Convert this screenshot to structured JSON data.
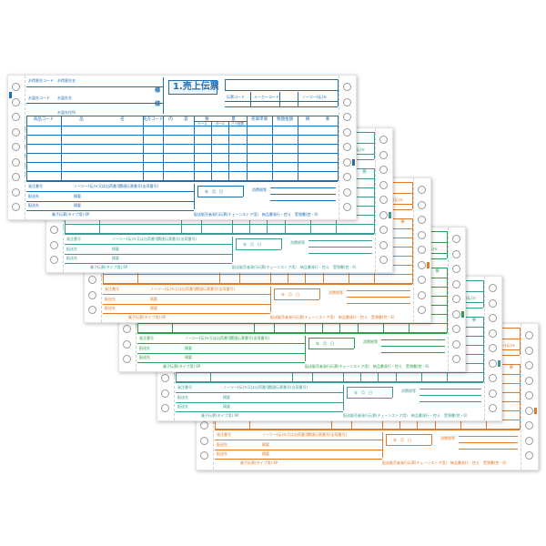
{
  "theme": {
    "blue": "#1f6fb3",
    "green": "#2e9e4a",
    "orange": "#e07a2b",
    "teal": "#3a9a96"
  },
  "form": {
    "title": "1.売上伝票",
    "honorific": "様",
    "header_labels": {
      "customer_code": "お得意先コード",
      "customer_name": "お得意先名",
      "delivery_code": "お届先コード",
      "delivery_name": "お届先名",
      "delivery_address": "お届先住所",
      "slip_code": "伝票コード",
      "maker_code": "メーカーコード",
      "voucher_no": "ノーツー(伝)Ｎ"
    },
    "columns": [
      "商品コード",
      "品",
      "名",
      "先方コード",
      "内",
      "容",
      "数",
      "量",
      "売価単価",
      "税額金額",
      "摘",
      "要"
    ],
    "qty_sub": [
      "ケース",
      "ボール",
      "バラ総数"
    ],
    "footer_labels": {
      "slip_no": "発注番号",
      "slip_no_b": "ノーツー(伝)Ｎ又は出荷番号",
      "note": "関連伝票番号(出荷番号)",
      "ship": "配送先",
      "memo": "摘要",
      "date_box": "年　月　日",
      "tax": "消費税等"
    },
    "product_name": "業子伝票(タイプ用) 6P",
    "bottom_note": "配送販売者発行伝票(チェーンストア用)　納品書発行・控え　受領書(控・6)"
  }
}
